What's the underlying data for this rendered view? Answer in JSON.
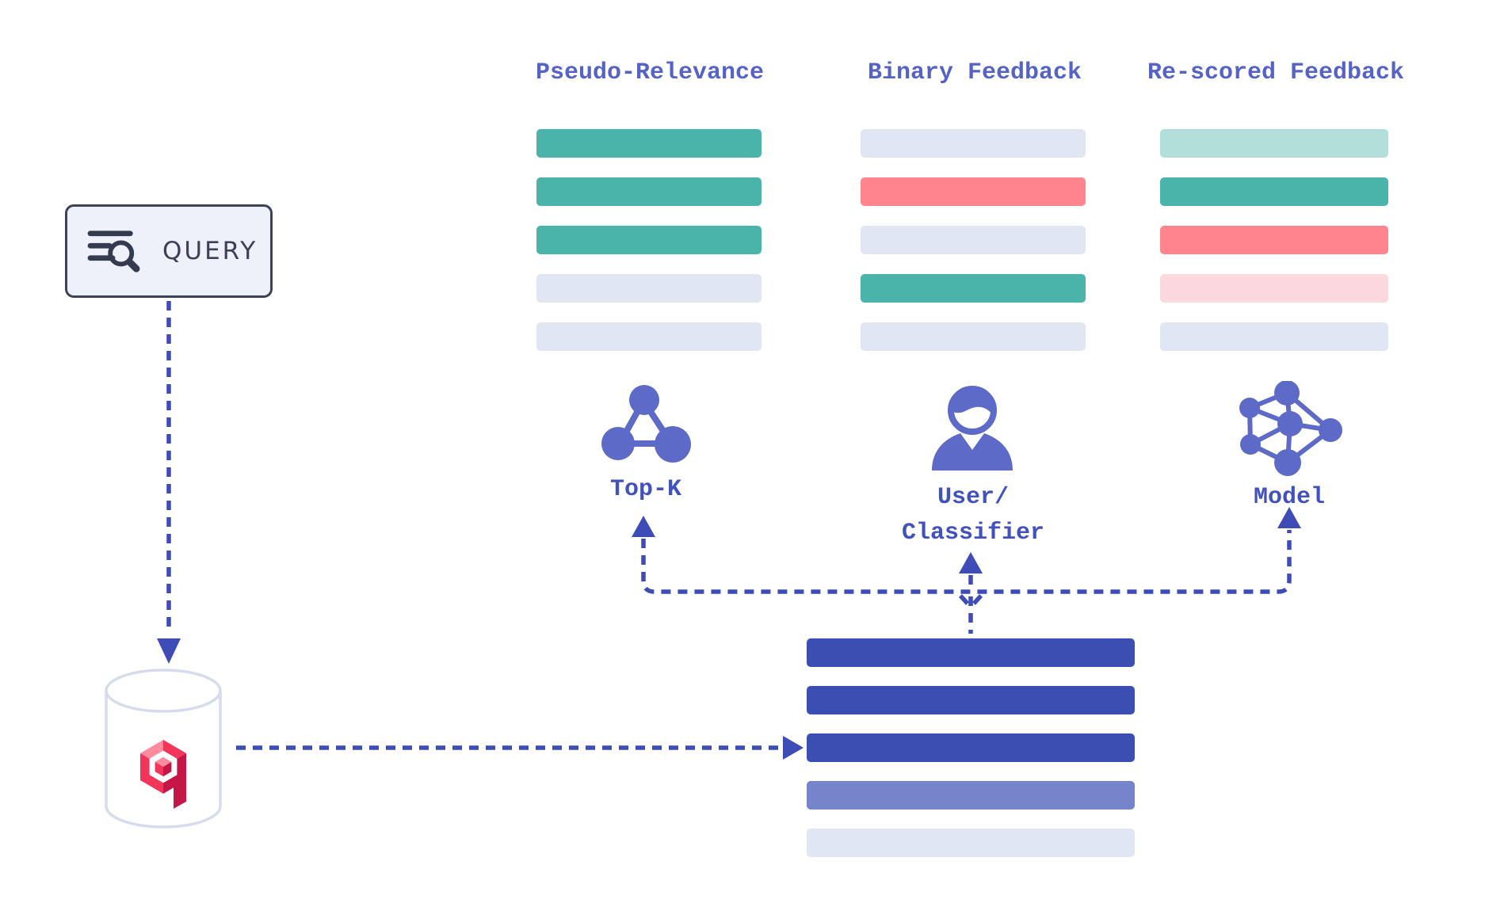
{
  "query_box": {
    "label": "QUERY",
    "icon": "search-list-icon"
  },
  "database": {
    "icon": "qdrant-logo",
    "shape": "database-cylinder"
  },
  "feedback_columns": [
    {
      "title": "Pseudo-Relevance",
      "bars": [
        "teal",
        "teal",
        "teal",
        "lavender",
        "lavender"
      ],
      "icon": "cluster-icon",
      "caption_lines": [
        "Top-K"
      ]
    },
    {
      "title": "Binary Feedback",
      "bars": [
        "lavender",
        "red",
        "lavender",
        "teal",
        "lavender"
      ],
      "icon": "user-icon",
      "caption_lines": [
        "User/",
        "Classifier"
      ]
    },
    {
      "title": "Re-scored Feedback",
      "bars": [
        "teal_light",
        "teal",
        "red",
        "pink_light",
        "lavender"
      ],
      "icon": "network-icon",
      "caption_lines": [
        "Model"
      ]
    }
  ],
  "result_list": {
    "bars": [
      "indigo_dark",
      "indigo_dark",
      "indigo_dark",
      "indigo_mid",
      "lavender"
    ]
  },
  "palette": {
    "teal": "#4bb4aa",
    "teal_light": "#b2dfda",
    "red": "#ff848d",
    "pink_light": "#fbd8de",
    "lavender": "#e1e6f3",
    "indigo_dark": "#3b4fb3",
    "indigo_mid": "#7584cb",
    "arrow_indigo": "#3e4cb7",
    "header_text": "#5663c6",
    "caption_text": "#4252bd",
    "icon_indigo": "#5d6ac8",
    "query_border": "#3c4357",
    "query_bg": "#eef1f9",
    "query_text": "#3a4156",
    "cylinder_stroke": "#d6dcee",
    "logo_pink": "#ff8b9c",
    "logo_red": "#f23558",
    "logo_dark_red": "#c51747"
  }
}
